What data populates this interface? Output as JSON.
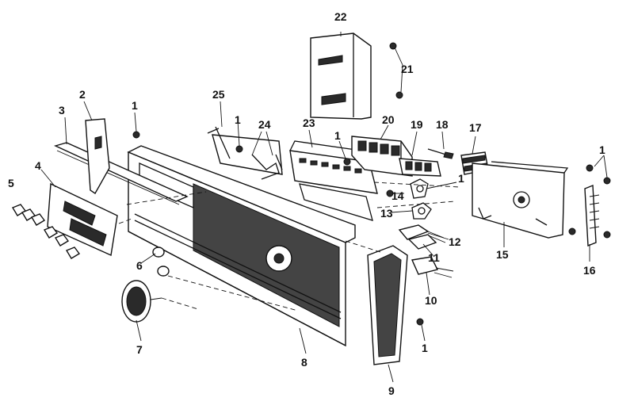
{
  "diagram": {
    "callouts": [
      {
        "id": "c22",
        "label": "22"
      },
      {
        "id": "c21",
        "label": "21"
      },
      {
        "id": "c25",
        "label": "25"
      },
      {
        "id": "c1a",
        "label": "1"
      },
      {
        "id": "c24",
        "label": "24"
      },
      {
        "id": "c23",
        "label": "23"
      },
      {
        "id": "c1b",
        "label": "1"
      },
      {
        "id": "c20",
        "label": "20"
      },
      {
        "id": "c19",
        "label": "19"
      },
      {
        "id": "c18",
        "label": "18"
      },
      {
        "id": "c17",
        "label": "17"
      },
      {
        "id": "c1c",
        "label": "1"
      },
      {
        "id": "c2",
        "label": "2"
      },
      {
        "id": "c1d",
        "label": "1"
      },
      {
        "id": "c3",
        "label": "3"
      },
      {
        "id": "c4",
        "label": "4"
      },
      {
        "id": "c5",
        "label": "5"
      },
      {
        "id": "c14",
        "label": "14"
      },
      {
        "id": "c13",
        "label": "13"
      },
      {
        "id": "c1e",
        "label": "1"
      },
      {
        "id": "c12",
        "label": "12"
      },
      {
        "id": "c11",
        "label": "11"
      },
      {
        "id": "c15",
        "label": "15"
      },
      {
        "id": "c16",
        "label": "16"
      },
      {
        "id": "c6",
        "label": "6"
      },
      {
        "id": "c10",
        "label": "10"
      },
      {
        "id": "c7",
        "label": "7"
      },
      {
        "id": "c8",
        "label": "8"
      },
      {
        "id": "c1f",
        "label": "1"
      },
      {
        "id": "c9",
        "label": "9"
      }
    ]
  }
}
